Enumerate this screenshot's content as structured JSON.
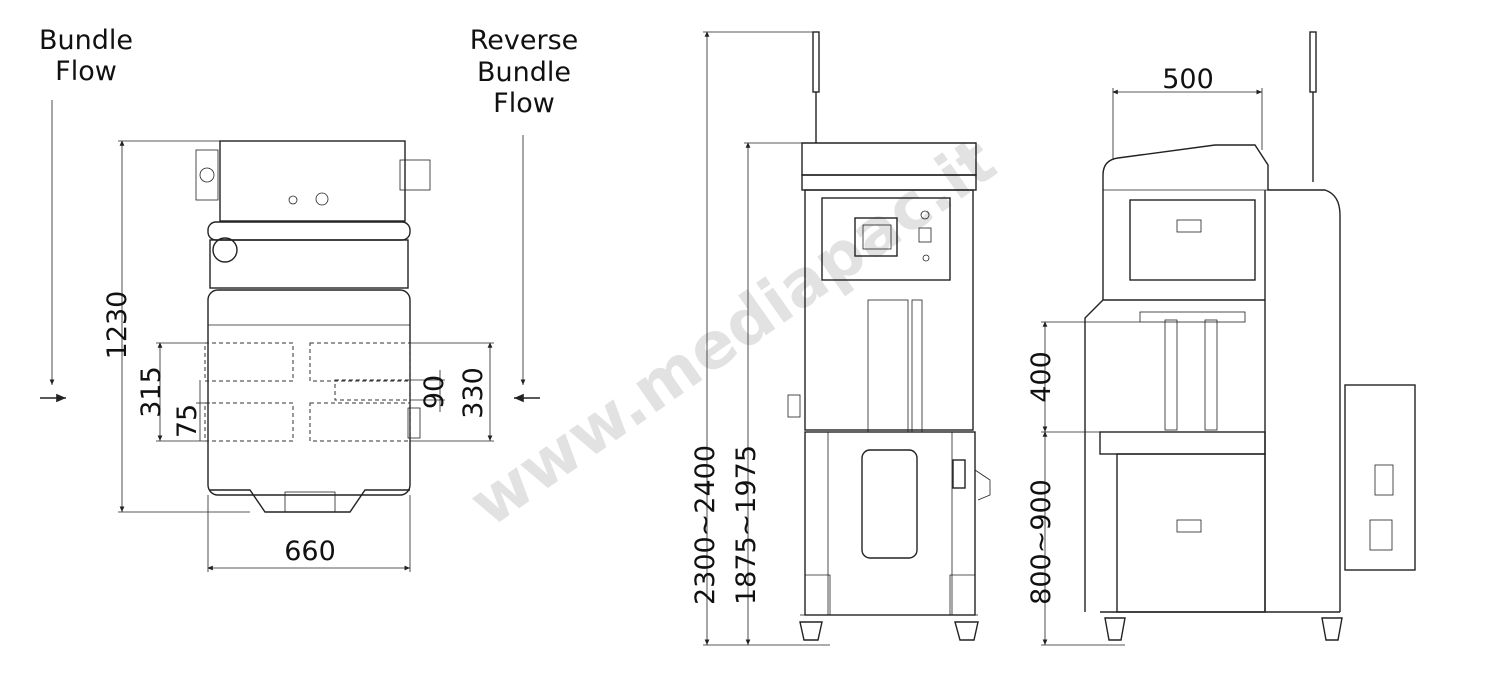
{
  "top_view": {
    "bundle_flow": [
      "Bundle",
      "Flow"
    ],
    "reverse_bundle_flow": [
      "Reverse",
      "Bundle",
      "Flow"
    ],
    "dims": {
      "length": "1230",
      "width": "660",
      "d315": "315",
      "d75": "75",
      "d90": "90",
      "d330": "330"
    }
  },
  "front_view": {
    "dims": {
      "total_height": "2300~2400",
      "body_height": "1875~1975"
    }
  },
  "side_view": {
    "dims": {
      "top_width": "500",
      "arch_height": "400",
      "table_height": "800~900"
    }
  },
  "watermark": "www.mediapac.it"
}
